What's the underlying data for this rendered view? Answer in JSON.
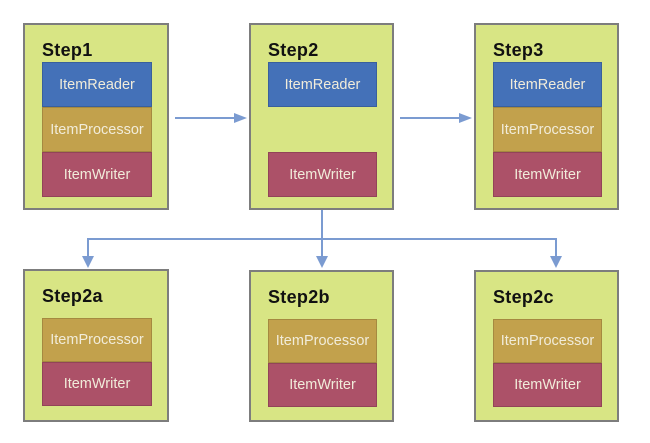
{
  "steps": [
    {
      "title": "Step1",
      "components": [
        "ItemReader",
        "ItemProcessor",
        "ItemWriter"
      ]
    },
    {
      "title": "Step2",
      "components": [
        "ItemReader",
        "ItemWriter"
      ]
    },
    {
      "title": "Step3",
      "components": [
        "ItemReader",
        "ItemProcessor",
        "ItemWriter"
      ]
    },
    {
      "title": "Step2a",
      "components": [
        "ItemProcessor",
        "ItemWriter"
      ]
    },
    {
      "title": "Step2b",
      "components": [
        "ItemProcessor",
        "ItemWriter"
      ]
    },
    {
      "title": "Step2c",
      "components": [
        "ItemProcessor",
        "ItemWriter"
      ]
    }
  ],
  "colors": {
    "node_fill": "#d8e584",
    "node_border": "#7d7d7d",
    "reader": "#4471b8",
    "processor": "#c2a14c",
    "writer": "#ac5168",
    "arrow": "#7b9bd1",
    "component_text": "#f1ecda",
    "title_text": "#111111",
    "page_bg": "#ffffff"
  }
}
